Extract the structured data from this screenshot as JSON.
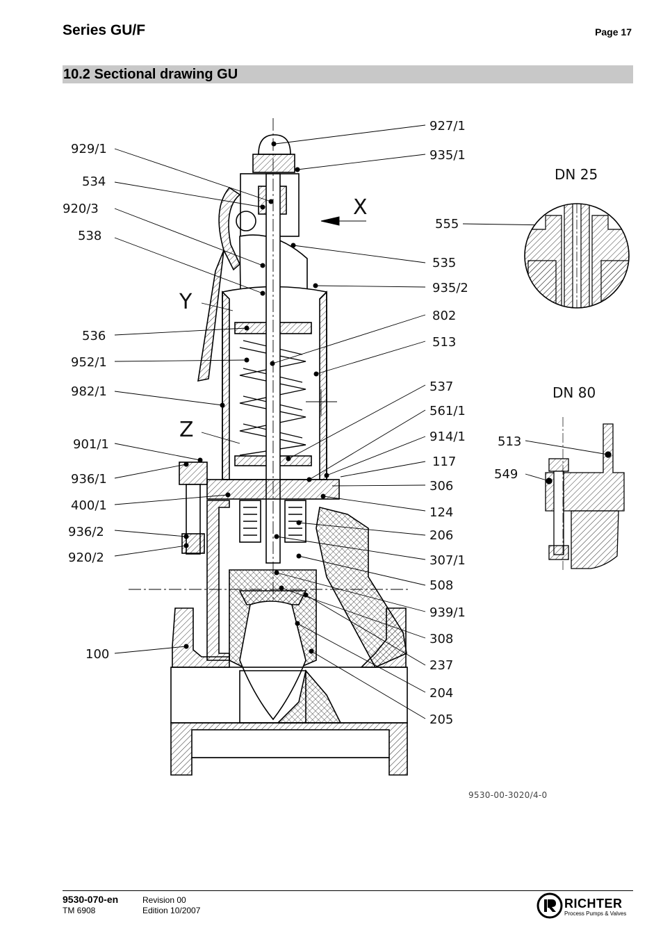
{
  "header": {
    "series": "Series GU/F",
    "page": "Page 17"
  },
  "section": {
    "title": "10.2  Sectional drawing GU"
  },
  "drawing": {
    "labels_left": [
      "929/1",
      "534",
      "920/3",
      "538",
      "536",
      "952/1",
      "982/1",
      "901/1",
      "936/1",
      "400/1",
      "936/2",
      "920/2",
      "100"
    ],
    "labels_right": [
      "927/1",
      "935/1",
      "535",
      "935/2",
      "802",
      "513",
      "537",
      "561/1",
      "914/1",
      "117",
      "306",
      "124",
      "206",
      "307/1",
      "508",
      "939/1",
      "308",
      "237",
      "204",
      "205"
    ],
    "view_markers": [
      "X",
      "Y",
      "Z"
    ],
    "detail_dn25": {
      "title": "DN  25",
      "label": "555"
    },
    "detail_dn80": {
      "title": "DN  80",
      "labels": [
        "513",
        "549"
      ]
    },
    "drawing_number": "9530-00-3020/4-0"
  },
  "footer": {
    "doc_no": "9530-070-en",
    "tm": "TM 6908",
    "revision": "Revision 00",
    "edition": "Edition 10/2007"
  },
  "logo": {
    "name": "RICHTER",
    "tagline": "Process Pumps & Valves",
    "monogram": "R"
  }
}
